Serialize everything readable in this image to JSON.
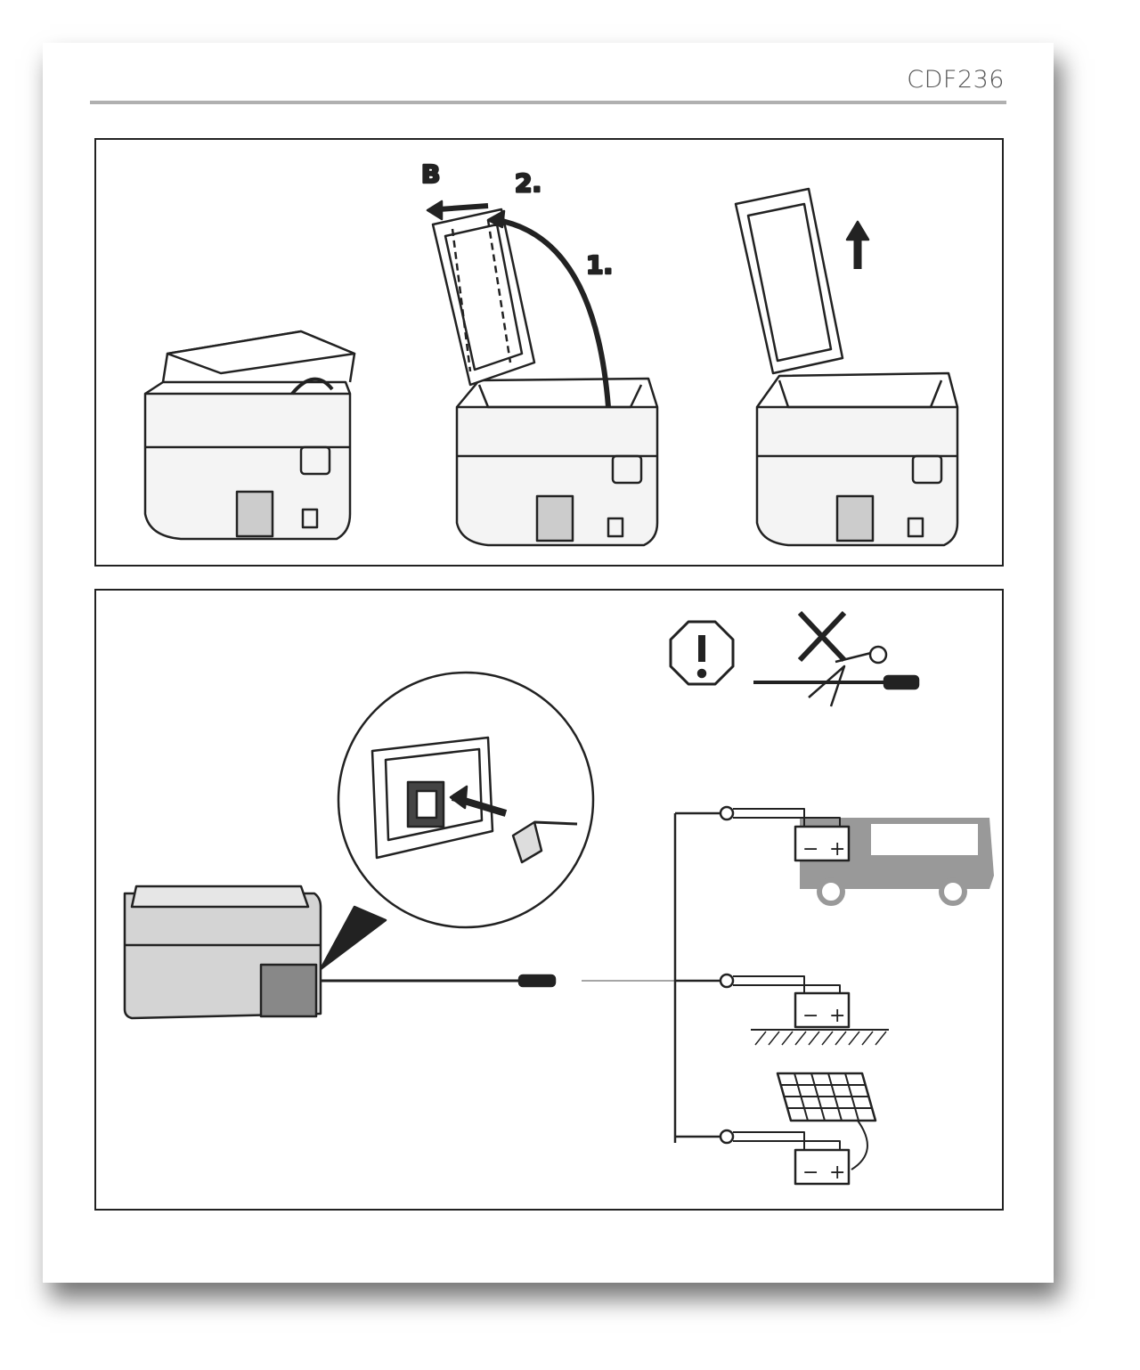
{
  "header": {
    "model": "CDF236"
  },
  "figure1": {
    "labels": {
      "b": "B",
      "step2": "2.",
      "step1": "1."
    },
    "icons": [
      "cooler-lid-closed",
      "cooler-lid-open-tilt",
      "cooler-lid-lift-off",
      "up-arrow-icon"
    ]
  },
  "figure2": {
    "icons": [
      "warning-octagon-icon",
      "do-not-cut-cable-icon",
      "socket-detail",
      "cooler-side",
      "car-plug-icon",
      "vehicle-battery",
      "ground-battery",
      "solar-panel-battery"
    ],
    "battery": {
      "minus": "−",
      "plus": "+"
    }
  }
}
